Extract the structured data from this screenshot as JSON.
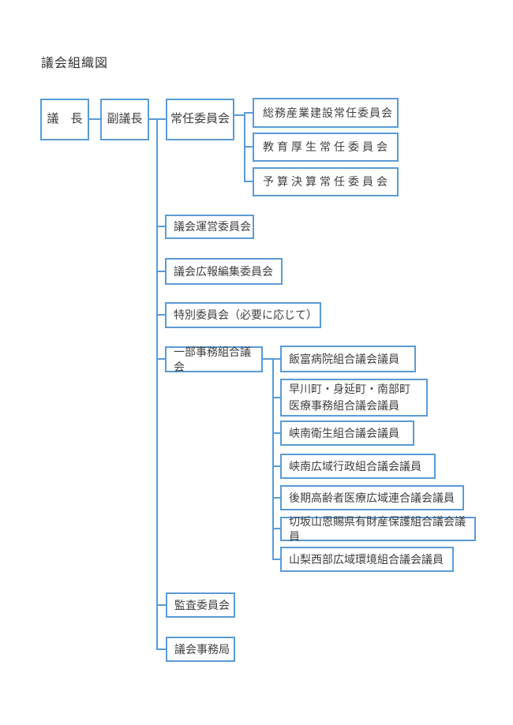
{
  "page": {
    "title": "議会組織図"
  },
  "colors": {
    "border": "#5B9BD5",
    "text": "#404040",
    "background": "#FFFFFF"
  },
  "org": {
    "chair": "議　長",
    "vice_chair": "副議長",
    "standing_committee": "常任委員会",
    "standing_children": [
      "総務産業建設常任委員会",
      "教育厚生常任委員会",
      "予算決算常任委員会"
    ],
    "steering_committee": "議会運営委員会",
    "pr_editing_committee": "議会広報編集委員会",
    "special_committee": "特別委員会（必要に応じて）",
    "partial_union_assembly": "一部事務組合議会",
    "union_children": [
      "飯富病院組合議会議員",
      "早川町・身延町・南部町\n医療事務組合議会議員",
      "峡南衛生組合議会議員",
      "峡南広域行政組合議会議員",
      "後期高齢者医療広域連合議会議員",
      "切坂山恩賜県有財産保護組合議会議員",
      "山梨西部広域環境組合議会議員"
    ],
    "audit_committee": "監査委員会",
    "secretariat": "議会事務局"
  }
}
